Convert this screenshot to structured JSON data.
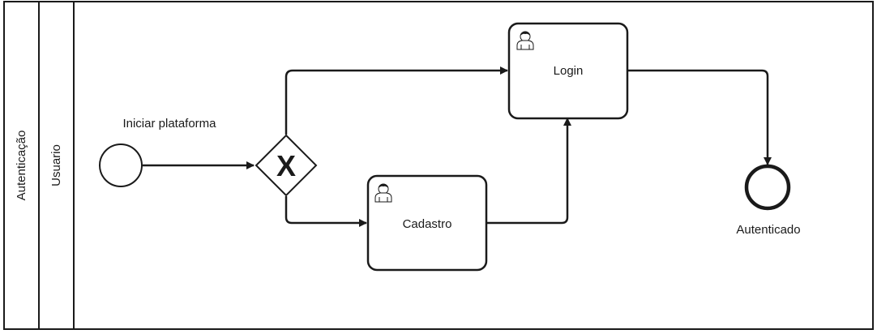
{
  "pool": {
    "label": "Autenticação"
  },
  "lane": {
    "label": "Usuario"
  },
  "start_event": {
    "label": "Iniciar plataforma"
  },
  "gateway": {
    "type": "exclusive",
    "symbol": "X"
  },
  "tasks": {
    "login": {
      "label": "Login",
      "icon": "user-task-icon"
    },
    "cadastro": {
      "label": "Cadastro",
      "icon": "user-task-icon"
    }
  },
  "end_event": {
    "label": "Autenticado"
  },
  "colors": {
    "stroke": "#1a1a1a",
    "fill": "#ffffff"
  }
}
